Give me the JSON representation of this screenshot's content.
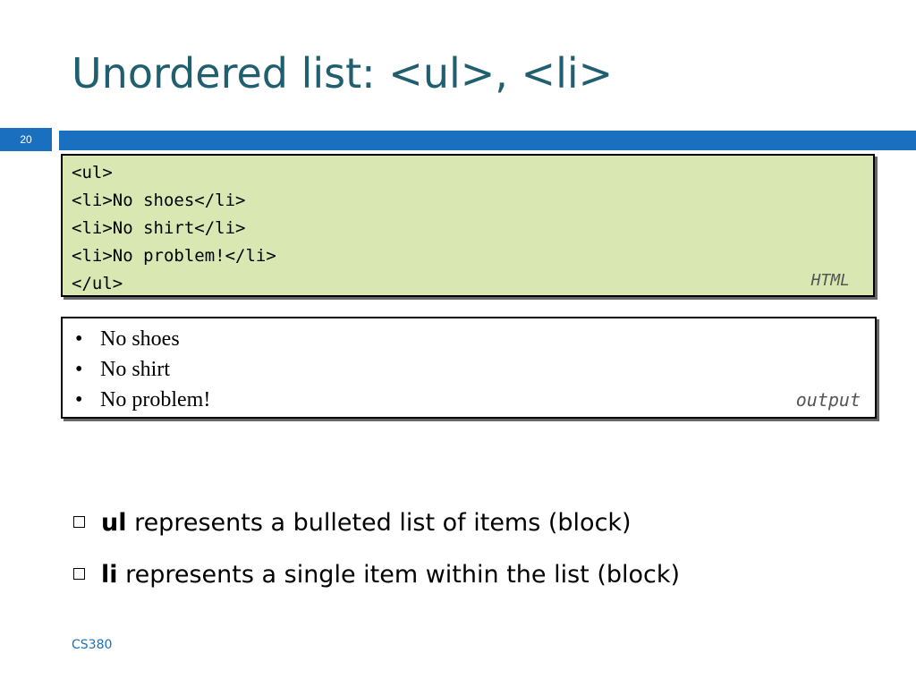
{
  "slide": {
    "title": "Unordered list: <ul>, <li>",
    "number": "20",
    "footer": "CS380"
  },
  "code_box": {
    "lines": [
      "<ul>",
      "<li>No shoes</li>",
      "<li>No shirt</li>",
      "<li>No problem!</li>",
      "</ul>"
    ],
    "label": "HTML"
  },
  "output_box": {
    "bullet": "•",
    "items": [
      "No shoes",
      "No shirt",
      "No problem!"
    ],
    "label": "output"
  },
  "notes": [
    {
      "term": "ul",
      "text": " represents a bulleted list of items (block)"
    },
    {
      "term": "li",
      "text": " represents a single item within the list (block)"
    }
  ],
  "colors": {
    "title": "#1f5f6f",
    "accent_bar": "#1b6fbf",
    "code_background": "#d9e8b3"
  },
  "icons": {
    "note_bullet": "hollow-square-icon"
  }
}
